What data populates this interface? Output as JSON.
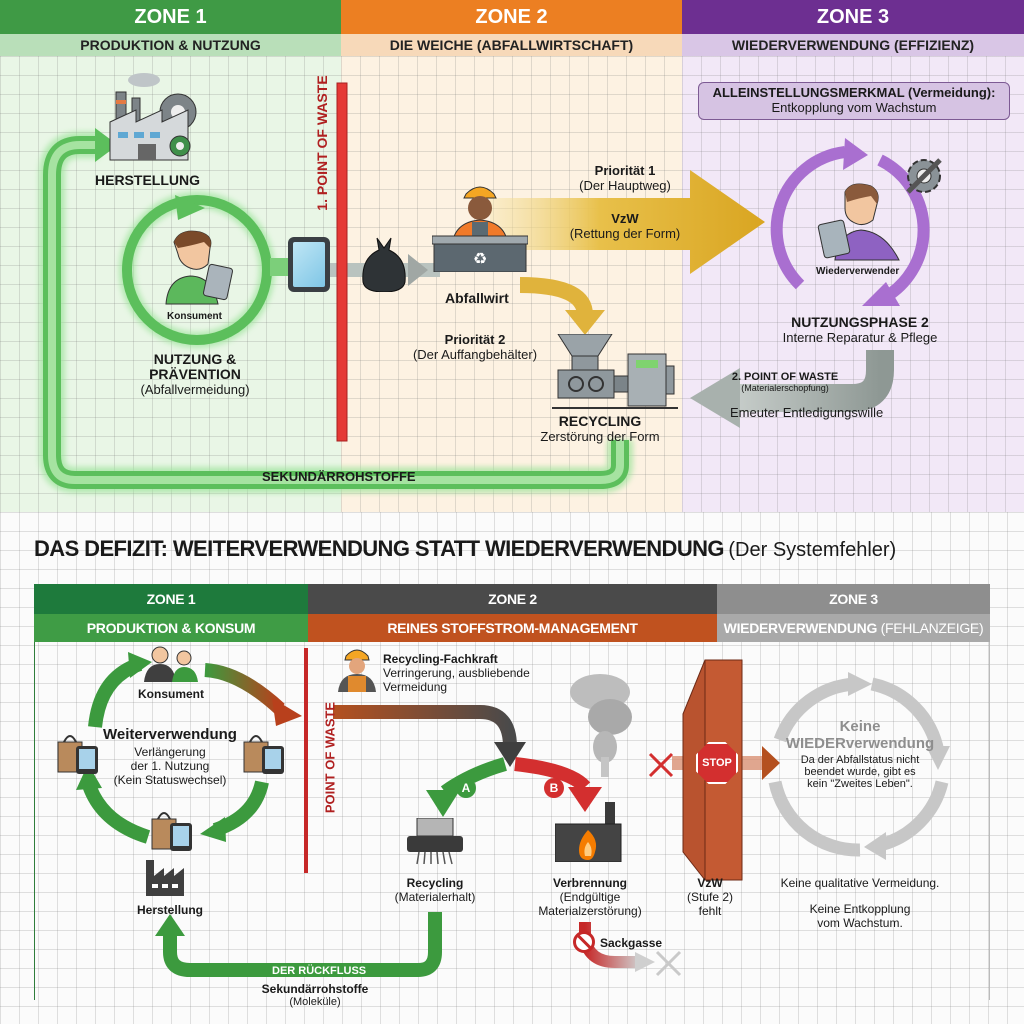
{
  "top": {
    "zones": [
      {
        "title": "ZONE 1",
        "subtitle": "PRODUKTION & NUTZUNG",
        "color": "#3f9a45",
        "sub_color": "#b9dfb9",
        "bg": "#e9f6e6"
      },
      {
        "title": "ZONE 2",
        "subtitle": "DIE WEICHE (ABFALLWIRTSCHAFT)",
        "color": "#ec7f22",
        "sub_color": "#f7d9b9",
        "bg": "#fdf2e2"
      },
      {
        "title": "ZONE 3",
        "subtitle": "WIEDERVERWENDUNG (EFFIZIENZ)",
        "color": "#6d2f91",
        "sub_color": "#d9c6e6",
        "bg": "#f2e8f7"
      }
    ],
    "herstellung": "HERSTELLUNG",
    "konsument": "Konsument",
    "nutzung_title_1": "NUTZUNG &",
    "nutzung_title_2": "PRÄVENTION",
    "nutzung_sub": "(Abfallvermeidung)",
    "point_of_waste_1": "1. POINT OF WASTE",
    "abfallwirt": "Abfallwirt",
    "prio1_title": "Priorität 1",
    "prio1_sub": "(Der Hauptweg)",
    "vzw_title": "VzW",
    "vzw_sub": "(Rettung der Form)",
    "prio2_title": "Priorität 2",
    "prio2_sub": "(Der Auffangbehälter)",
    "recycling_title": "RECYCLING",
    "recycling_sub": "Zerstörung der Form",
    "sekundaer": "SEKUNDÄRROHSTOFFE",
    "usp_title": "ALLEINSTELLUNGSMERKMAL (Vermeidung):",
    "usp_sub": "Entkopplung vom Wachstum",
    "wiederverwender": "Wiederverwender",
    "nutzungsphase_title": "NUTZUNGSPHASE 2",
    "nutzungsphase_sub": "Interne Reparatur & Pflege",
    "point_of_waste_2": "2. POINT OF WASTE",
    "point_of_waste_2_sub": "(Materialerschopfung)",
    "entledigung": "Emeuter Entledigungswille"
  },
  "bottom": {
    "title_bold": "DAS DEFIZIT: WEITERVERWENDUNG STATT WIEDERVERWENDUNG",
    "title_normal": "(Der Systemfehler)",
    "zones": [
      {
        "title": "ZONE 1",
        "subtitle": "PRODUKTION & KONSUM",
        "color": "#1e7a3c",
        "sub_color": "#3f9c45"
      },
      {
        "title": "ZONE 2",
        "subtitle": "REINES STOFFSTROM-MANAGEMENT",
        "color": "#4a4a4a",
        "sub_color": "#c0521f"
      },
      {
        "title": "ZONE 3",
        "subtitle_bold": "WIEDERVERWENDUNG",
        "subtitle_normal": "(FEHLANZEIGE)",
        "color": "#8e8e8e",
        "sub_color": "#a9a9a9"
      }
    ],
    "konsument": "Konsument",
    "weiter_title": "Weiterverwendung",
    "weiter_sub_1": "Verlängerung",
    "weiter_sub_2": "der 1. Nutzung",
    "weiter_sub_3": "(Kein Statuswechsel)",
    "herstellung": "Herstellung",
    "point_of_waste": "POINT OF WASTE",
    "fachkraft_title": "Recycling-Fachkraft",
    "fachkraft_sub_1": "Verringerung, ausbliebende",
    "fachkraft_sub_2": "Vermeidung",
    "badge_a": "A",
    "badge_b": "B",
    "recycling_title": "Recycling",
    "recycling_sub": "(Materialerhalt)",
    "verbrennung_title": "Verbrennung",
    "verbrennung_sub_1": "(Endgültige",
    "verbrennung_sub_2": "Materialzerstörung)",
    "sackgasse": "Sackgasse",
    "rueckfluss": "DER RÜCKFLUSS",
    "rueck_sub_1": "Sekundärrohstoffe",
    "rueck_sub_2": "(Moleküle)",
    "stop": "STOP",
    "vzw_title": "VzW",
    "vzw_sub_1": "(Stufe 2)",
    "vzw_sub_2": "fehlt",
    "keine_1": "Keine",
    "keine_2": "WIEDERverwendung",
    "keine_sub_1": "Da der Abfallstatus nicht",
    "keine_sub_2": "beendet wurde, gibt es",
    "keine_sub_3": "kein \"Zweites Leben\".",
    "note_1": "Keine qualitative Vermeidung.",
    "note_2a": "Keine Entkopplung",
    "note_2b": "vom Wachstum."
  }
}
